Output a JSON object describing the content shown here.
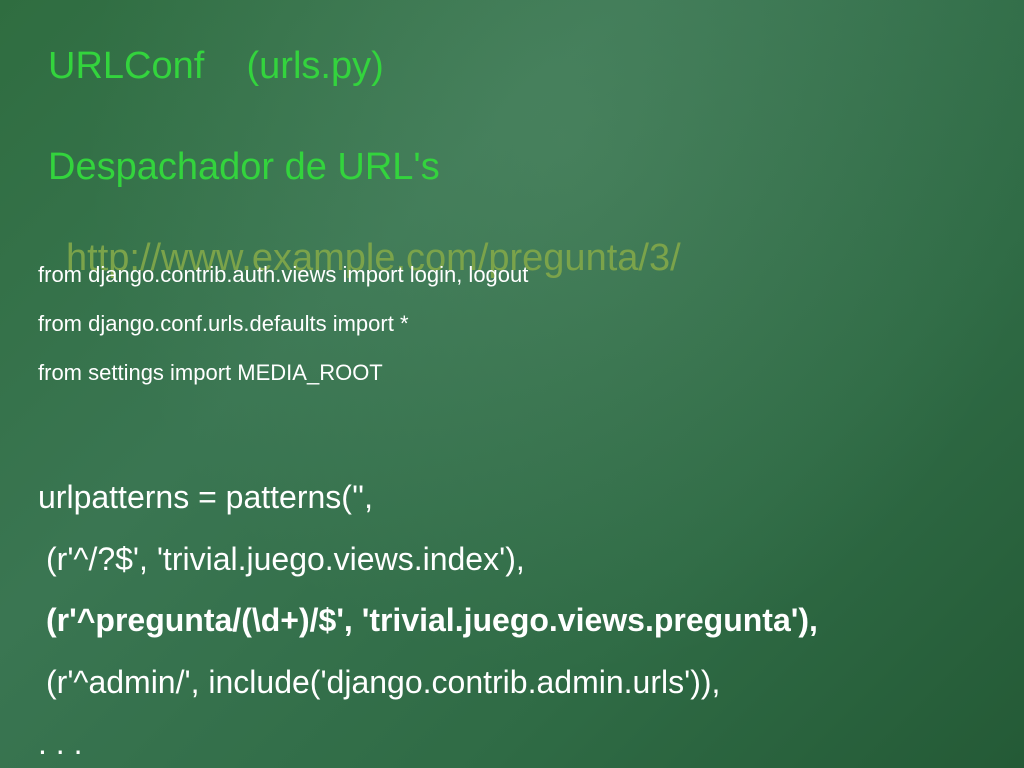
{
  "slide": {
    "title_line1": "URLConf    (urls.py)",
    "title_line2": "Despachador de URL's",
    "example_url": "http://www.example.com/pregunta/3/",
    "imports": [
      "from django.contrib.auth.views import login, logout",
      "from django.conf.urls.defaults import *",
      "from settings import MEDIA_ROOT"
    ],
    "code": [
      "urlpatterns = patterns('',",
      "(r'^/?$', 'trivial.juego.views.index'),",
      "(r'^pregunta/(\\d+)/$', 'trivial.juego.views.pregunta'),",
      "(r'^admin/', include('django.contrib.admin.urls')),",
      ". . ."
    ],
    "colors": {
      "title": "#33d43d",
      "url": "#7ba34a",
      "code": "#ffffff",
      "background": "#2f6d40"
    }
  }
}
